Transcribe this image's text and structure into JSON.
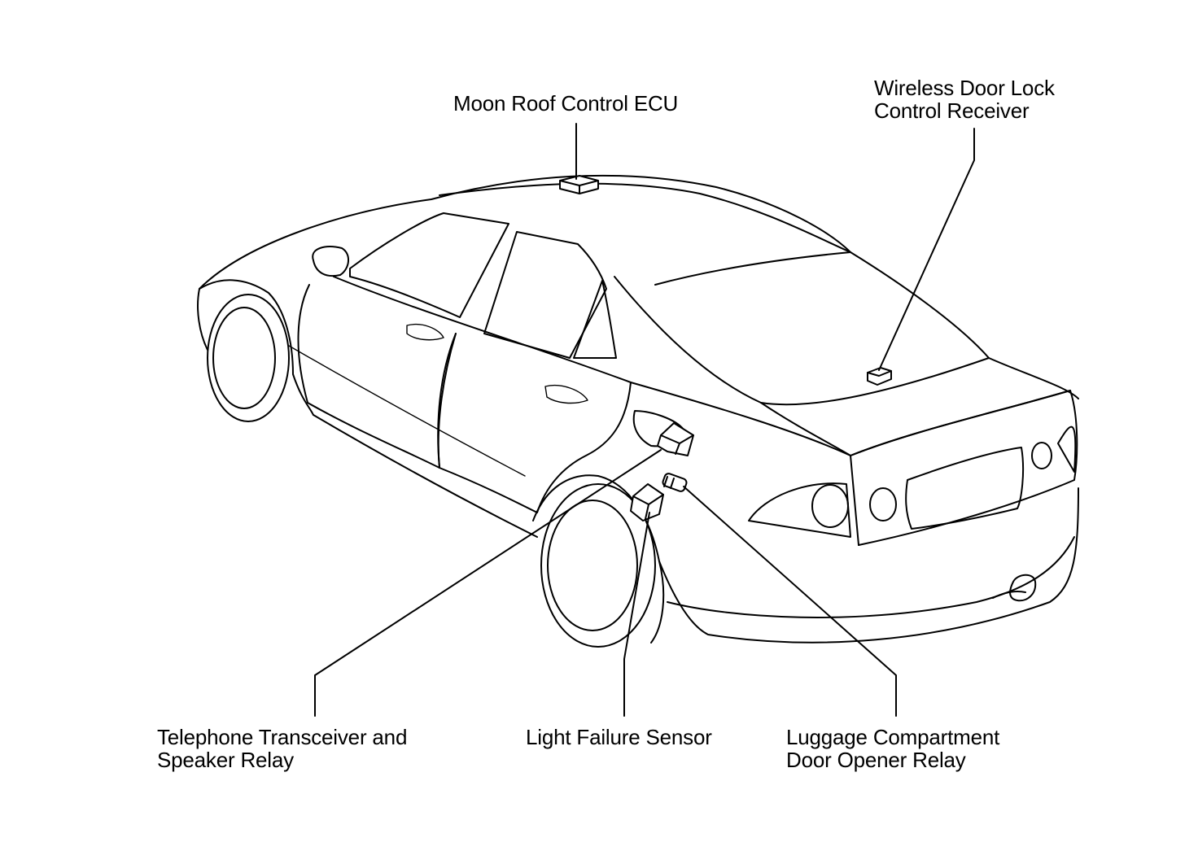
{
  "callouts": {
    "moon_roof_ecu": {
      "lines": [
        "Moon Roof Control ECU"
      ]
    },
    "wireless_receiver": {
      "lines": [
        "Wireless Door Lock",
        "Control Receiver"
      ]
    },
    "telephone_relay": {
      "lines": [
        "Telephone Transceiver and",
        "Speaker Relay"
      ]
    },
    "light_failure_sensor": {
      "lines": [
        "Light Failure Sensor"
      ]
    },
    "luggage_relay": {
      "lines": [
        "Luggage Compartment",
        "Door Opener Relay"
      ]
    }
  },
  "colors": {
    "line": "#000000",
    "background": "#ffffff"
  }
}
